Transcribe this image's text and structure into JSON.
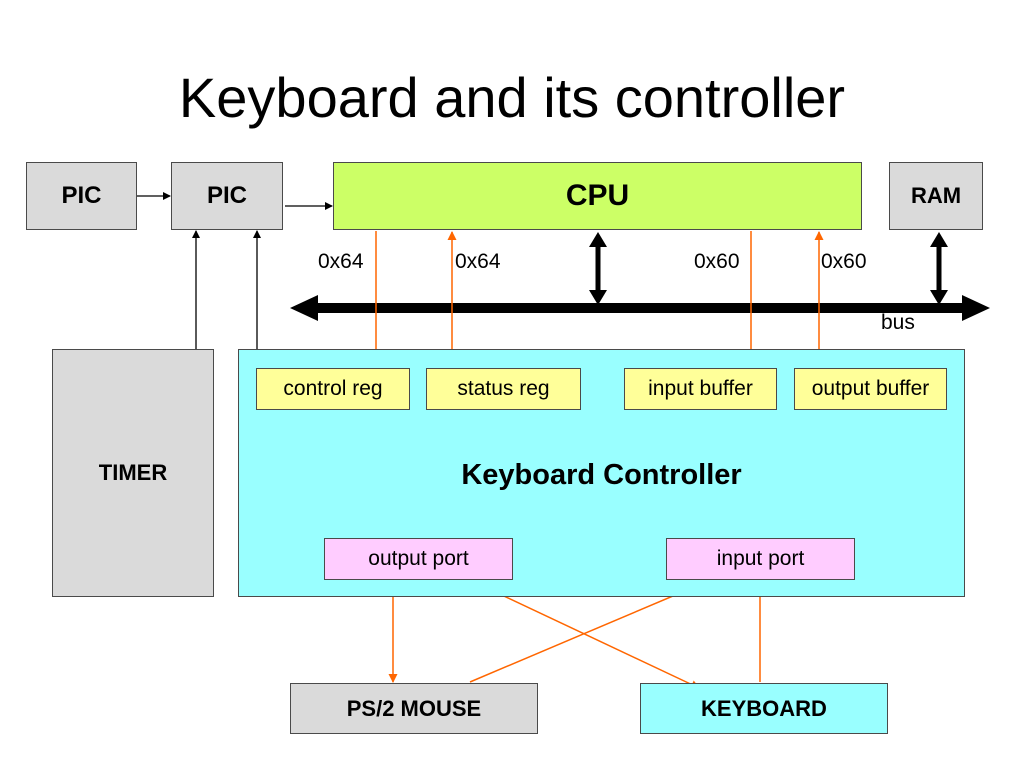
{
  "title": "Keyboard and its controller",
  "blocks": {
    "pic1": "PIC",
    "pic2": "PIC",
    "cpu": "CPU",
    "ram": "RAM",
    "timer": "TIMER",
    "controller": "Keyboard Controller",
    "control_reg": "control reg",
    "status_reg": "status reg",
    "input_buffer": "input buffer",
    "output_buffer": "output buffer",
    "output_port": "output port",
    "input_port": "input port",
    "mouse": "PS/2 MOUSE",
    "keyboard": "KEYBOARD"
  },
  "ports": {
    "control_reg": "0x64",
    "status_reg": "0x64",
    "input_buffer": "0x60",
    "output_buffer": "0x60"
  },
  "bus_label": "bus",
  "colors": {
    "cpu": "#ccff66",
    "controller": "#99ffff",
    "register": "#ffff99",
    "port": "#ffccff",
    "gray_block": "#dadada",
    "keyboard": "#99ffff",
    "orange_wire": "#ff6600",
    "black_wire": "#000000"
  }
}
